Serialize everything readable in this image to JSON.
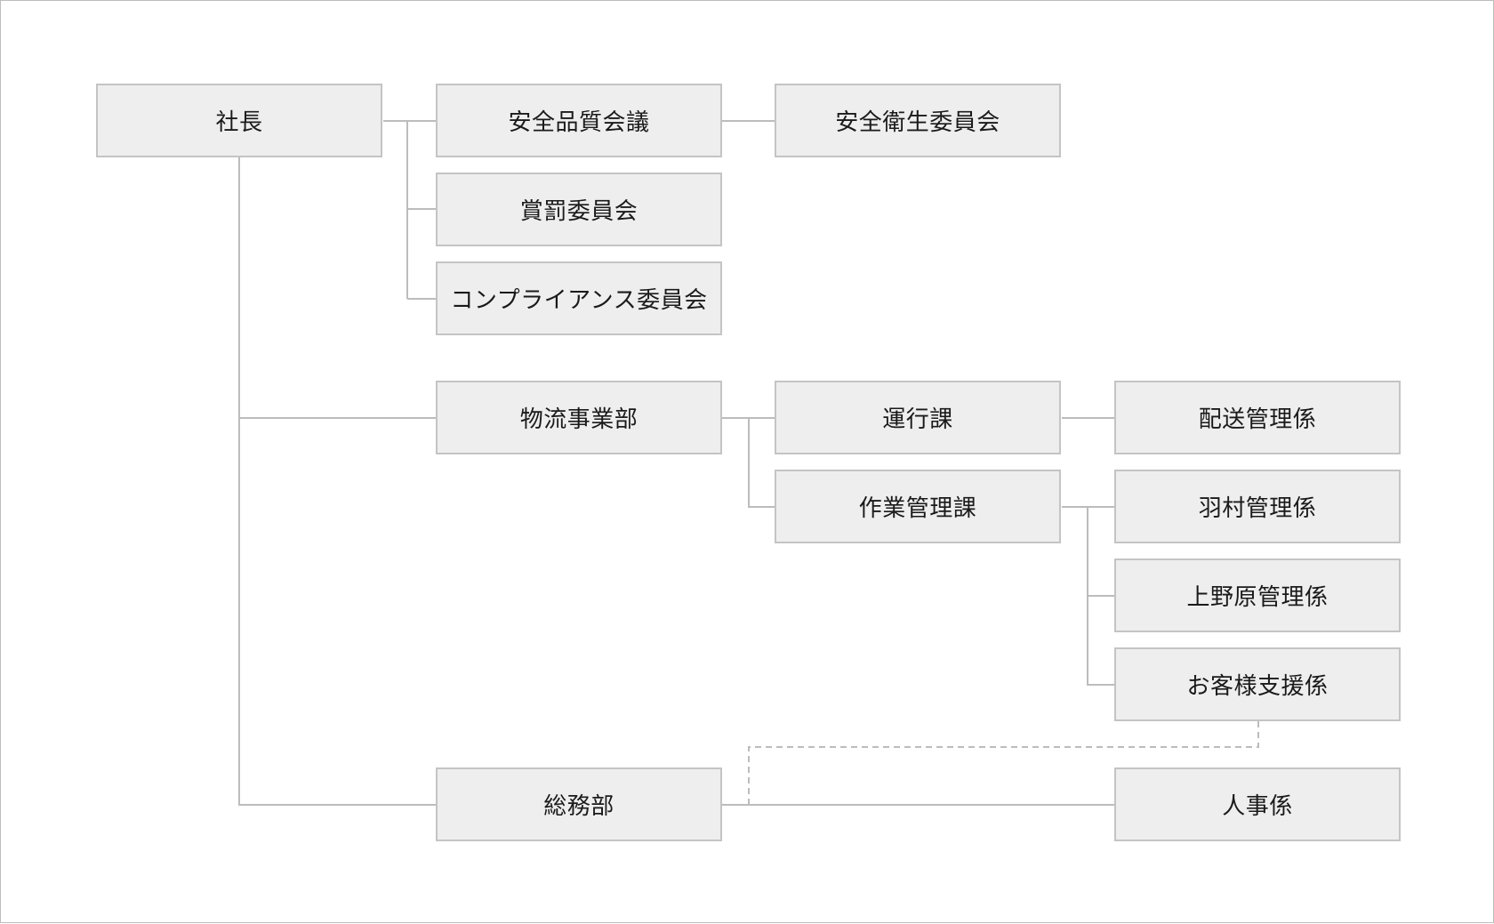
{
  "org_chart": {
    "president": "社長",
    "safety_quality_meeting": "安全品質会議",
    "safety_health_committee": "安全衛生委員会",
    "reward_punishment_committee": "賞罰委員会",
    "compliance_committee": "コンプライアンス委員会",
    "logistics_division": "物流事業部",
    "operations_section": "運行課",
    "delivery_management_unit": "配送管理係",
    "work_management_section": "作業管理課",
    "hamura_management_unit": "羽村管理係",
    "uenohara_management_unit": "上野原管理係",
    "customer_support_unit": "お客様支援係",
    "general_affairs_department": "総務部",
    "personnel_unit": "人事係"
  },
  "colors": {
    "box_fill": "#eeeeee",
    "box_border": "#c4c4c4",
    "connector": "#bcbcbc",
    "text": "#1a1a1a"
  }
}
